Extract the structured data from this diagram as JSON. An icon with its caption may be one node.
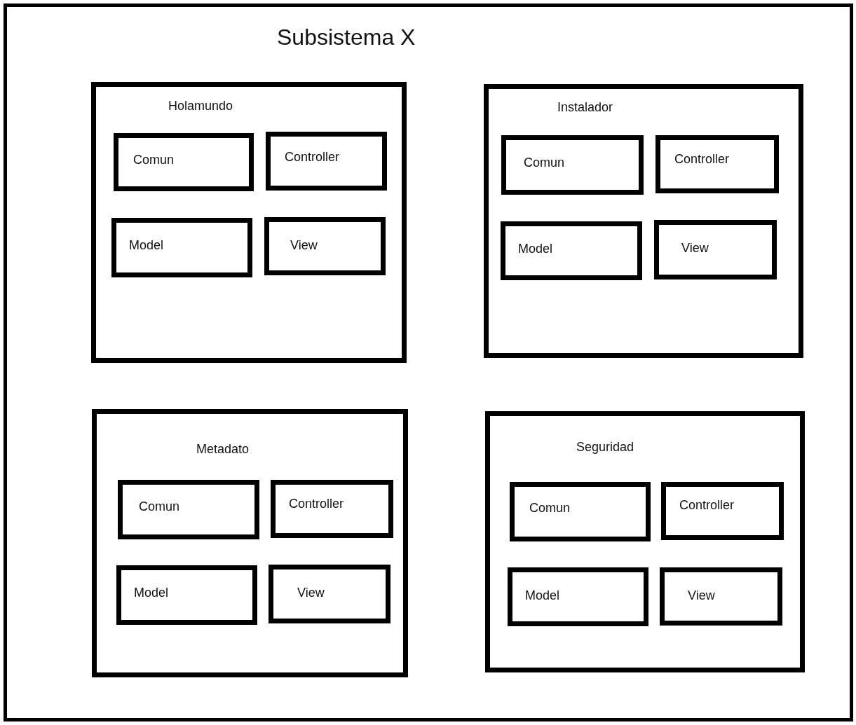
{
  "diagram": {
    "nodes": [
      {
        "text": [
          "Subsistema X"
        ]
      },
      {
        "text": [
          "Holamundo"
        ],
        "in": 0
      },
      {
        "text": [
          "Comun"
        ],
        "in": 1
      },
      {
        "text": [
          "Controller"
        ],
        "in": 1
      },
      {
        "text": [
          "Model"
        ],
        "in": 1
      },
      {
        "text": [
          "View"
        ],
        "in": 1
      },
      {
        "text": [
          "Instalador"
        ],
        "in": 0
      },
      {
        "text": [
          "Comun"
        ],
        "in": 6
      },
      {
        "text": [
          "Controller"
        ],
        "in": 6
      },
      {
        "text": [
          "Model"
        ],
        "in": 6
      },
      {
        "text": [
          "View"
        ],
        "in": 6
      },
      {
        "text": [
          "Metadato"
        ],
        "in": 0
      },
      {
        "text": [
          "Comun"
        ],
        "in": 11
      },
      {
        "text": [
          "Controller"
        ],
        "in": 11
      },
      {
        "text": [
          "Model"
        ],
        "in": 11
      },
      {
        "text": [
          "View"
        ],
        "in": 11
      },
      {
        "text": [
          "Seguridad"
        ],
        "in": 0
      },
      {
        "text": [
          "Comun"
        ],
        "in": 16
      },
      {
        "text": [
          "Controller"
        ],
        "in": 16
      },
      {
        "text": [
          "Model"
        ],
        "in": 16
      },
      {
        "text": [
          "View"
        ],
        "in": 16
      }
    ]
  }
}
